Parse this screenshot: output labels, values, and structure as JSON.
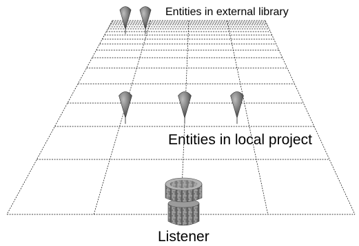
{
  "labels": {
    "external_library": "Entities in external library",
    "local_project": "Entities in local project",
    "listener": "Listener"
  },
  "entities": {
    "external_count": 2,
    "local_count": 3
  },
  "colors": {
    "grid": "#000000",
    "entity_body": "#7a7a7a",
    "listener_stone": "#8f8f8f"
  },
  "icons": {
    "entity": "cone-pin-icon",
    "listener": "stone-cylinder-icon"
  }
}
